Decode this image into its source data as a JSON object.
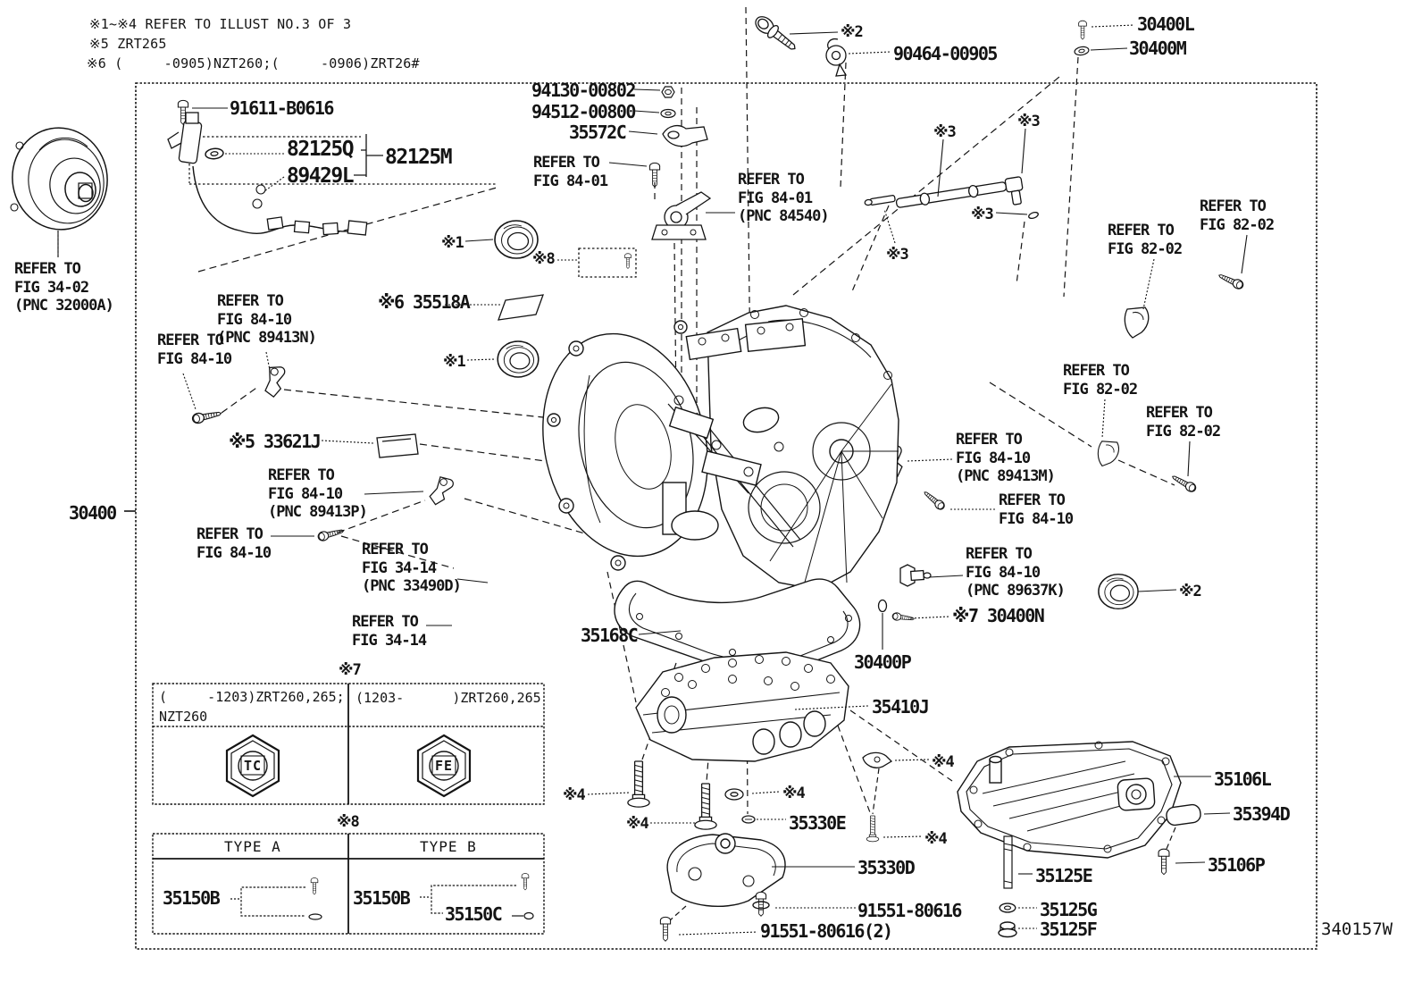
{
  "notes": {
    "line1": "※1~※4 REFER TO ILLUST NO.3 OF 3",
    "line2": "※5 ZRT265",
    "line3": "※6 (     -0905)NZT260;(     -0906)ZRT26#"
  },
  "marks": {
    "m1": "※1",
    "m2": "※2",
    "m3": "※3",
    "m4": "※4",
    "m7": "※7",
    "m8": "※8"
  },
  "parts": {
    "p91611": "91611-B0616",
    "p82125Q": "82125Q",
    "p82125M": "82125M",
    "p89429L": "89429L",
    "p94130": "94130-00802",
    "p94512": "94512-00800",
    "p35572C": "35572C",
    "p90464": "90464-00905",
    "p30400L": "30400L",
    "p30400M": "30400M",
    "s6_35518A": "※6 35518A",
    "s5_33621J": "※5 33621J",
    "p35168C": "35168C",
    "p30400": "30400",
    "s7_30400N": "※7 30400N",
    "p30400P": "30400P",
    "p35410J": "35410J",
    "p35330E": "35330E",
    "p35330D": "35330D",
    "p91551a": "91551-80616",
    "p91551b": "91551-80616(2)",
    "p35106L": "35106L",
    "p35394D": "35394D",
    "p35106P": "35106P",
    "p35125E": "35125E",
    "p35125G": "35125G",
    "p35125F": "35125F"
  },
  "refs": {
    "fig34_02": "REFER TO\nFIG 34-02\n(PNC 32000A)",
    "fig84_10": "REFER TO\nFIG 84-10",
    "fig84_10_89413N": "REFER TO\nFIG 84-10\n(PNC 89413N)",
    "fig84_10_89413P": "REFER TO\nFIG 84-10\n(PNC 89413P)",
    "fig84_10_89413M": "REFER TO\nFIG 84-10\n(PNC 89413M)",
    "fig84_10_89637K": "REFER TO\nFIG 84-10\n(PNC 89637K)",
    "fig84_01": "REFER TO\nFIG 84-01",
    "fig84_01_84540": "REFER TO\nFIG 84-01\n(PNC 84540)",
    "fig82_02": "REFER TO\nFIG 82-02",
    "fig34_14_33490D": "REFER TO\nFIG 34-14\n(PNC 33490D)",
    "fig34_14": "REFER TO\nFIG 34-14"
  },
  "tables": {
    "t7": {
      "title": "※7",
      "col1_header": "(     -1203)ZRT260,265;\nNZT260",
      "col2_header": "(1203-      )ZRT260,265",
      "col1_plug_text": "TC",
      "col2_plug_text": "FE"
    },
    "t8": {
      "title": "※8",
      "col1_header": "TYPE A",
      "col2_header": "TYPE B",
      "col1_part": "35150B",
      "col2_part": "35150B",
      "col2_sub_part": "35150C"
    }
  },
  "footer": {
    "drawing_number": "340157W"
  },
  "colors": {
    "ink": "#141414",
    "background": "#ffffff"
  }
}
